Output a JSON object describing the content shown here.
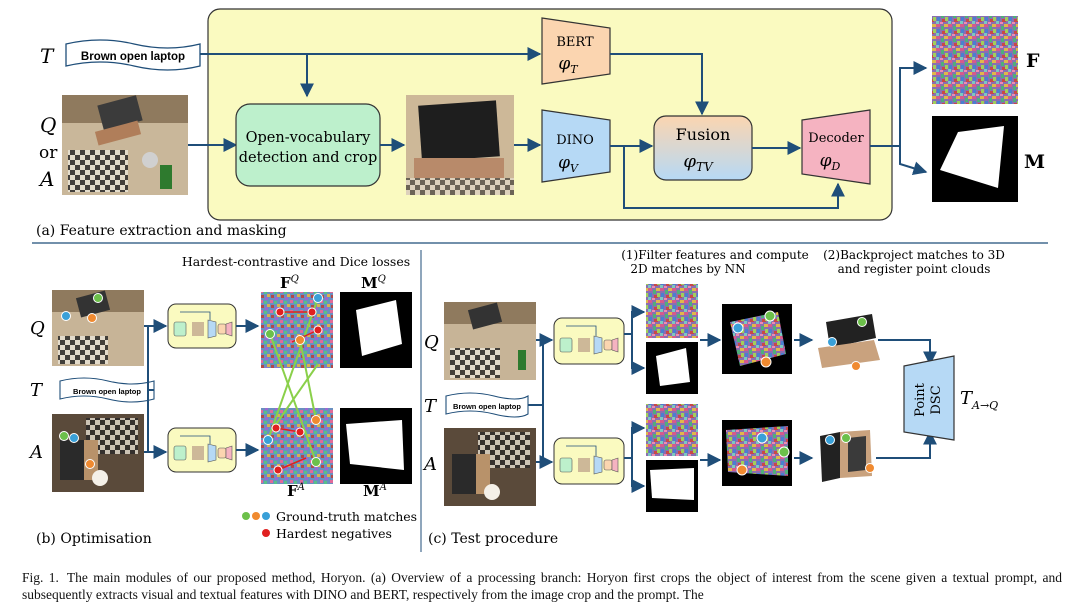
{
  "panel_a": {
    "label_T": "T",
    "label_Q": "Q",
    "label_or": "or",
    "label_A": "A",
    "prompt": "Brown open laptop",
    "detect_line1": "Open-vocabulary",
    "detect_line2": "detection and crop",
    "bert": "BERT",
    "phi_t": "φ",
    "phi_t_sub": "T",
    "dino": "DINO",
    "phi_v": "φ",
    "phi_v_sub": "V",
    "fusion": "Fusion",
    "phi_tv": "φ",
    "phi_tv_sub": "TV",
    "decoder": "Decoder",
    "phi_d": "φ",
    "phi_d_sub": "D",
    "out_F": "F",
    "out_M": "M",
    "caption": "(a) Feature extraction and masking"
  },
  "panel_b": {
    "title": "Hardest-contrastive and Dice losses",
    "label_Q": "Q",
    "label_T": "T",
    "label_A": "A",
    "prompt": "Brown open laptop",
    "FQ": "F",
    "FQ_sup": "Q",
    "MQ": "M",
    "MQ_sup": "Q",
    "FA": "F",
    "FA_sup": "A",
    "MA": "M",
    "MA_sup": "A",
    "legend_gt": "Ground-truth matches",
    "legend_neg": "Hardest negatives",
    "caption": "(b) Optimisation"
  },
  "panel_c": {
    "step1_line1": "(1)Filter features and compute",
    "step1_line2": "2D matches by NN",
    "step2_line1": "(2)Backproject matches to 3D",
    "step2_line2": "and register point clouds",
    "label_Q": "Q",
    "label_T": "T",
    "label_A": "A",
    "prompt": "Brown open laptop",
    "dsc_line1": "Point",
    "dsc_line2": "DSC",
    "output_T": "T",
    "output_sub": "A→Q",
    "caption": "(c) Test procedure"
  },
  "figure_caption": {
    "label": "Fig. 1.",
    "text": "The main modules of our proposed method, Horyon. (a) Overview of a processing branch: Horyon first crops the object of interest from the scene given a textual prompt, and subsequently extracts visual and textual features with DINO and BERT, respectively from the image crop and the prompt. The"
  },
  "colors": {
    "yellow_panel": "#fafac0",
    "arrow": "#1f4e79",
    "green_box": "#bdf0cc",
    "blue_box": "#b6d9f5",
    "peach_box": "#fbd5b0",
    "pink_box": "#f5b3c1",
    "match_green": "#6cc04a",
    "match_orange": "#f08a30",
    "match_blue": "#39a0d8",
    "neg_red": "#e02020"
  }
}
